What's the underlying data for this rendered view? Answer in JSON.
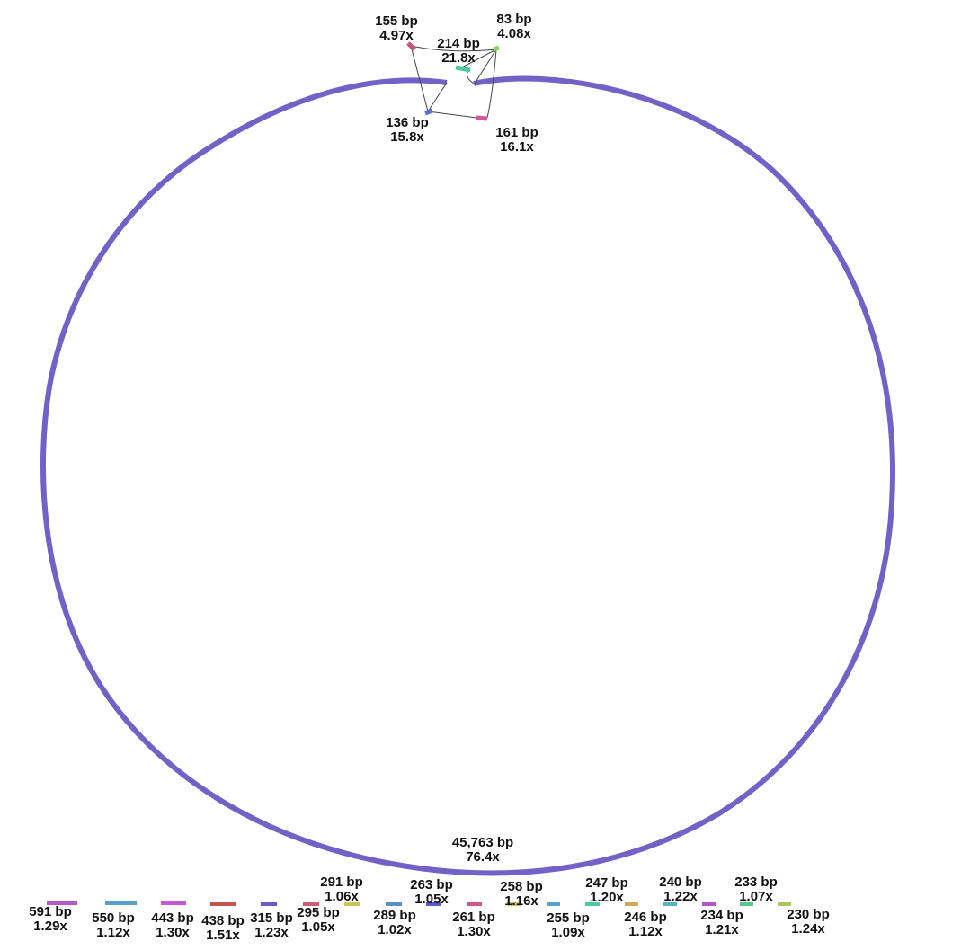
{
  "graph": {
    "main_contig": {
      "length": "45,763 bp",
      "depth": "76.4x",
      "color": "#7461c7"
    },
    "small_contigs": [
      {
        "id": "c155",
        "length": "155 bp",
        "depth": "4.97x",
        "color": "#c9527c"
      },
      {
        "id": "c83",
        "length": "83 bp",
        "depth": "4.08x",
        "color": "#8fd15a"
      },
      {
        "id": "c214",
        "length": "214 bp",
        "depth": "21.8x",
        "color": "#4ec99a"
      },
      {
        "id": "c136",
        "length": "136 bp",
        "depth": "15.8x",
        "color": "#5a6fcf"
      },
      {
        "id": "c161",
        "length": "161 bp",
        "depth": "16.1x",
        "color": "#d2579f"
      }
    ],
    "unconnected": [
      {
        "length": "591 bp",
        "depth": "1.29x",
        "color": "#b35ac8"
      },
      {
        "length": "550 bp",
        "depth": "1.12x",
        "color": "#5a9fc9"
      },
      {
        "length": "443 bp",
        "depth": "1.30x",
        "color": "#c35ad1"
      },
      {
        "length": "438 bp",
        "depth": "1.51x",
        "color": "#c9534f"
      },
      {
        "length": "315 bp",
        "depth": "1.23x",
        "color": "#6a5ac8"
      },
      {
        "length": "295 bp",
        "depth": "1.05x",
        "color": "#cf5a7a"
      },
      {
        "length": "291 bp",
        "depth": "1.06x",
        "color": "#c8c456"
      },
      {
        "length": "289 bp",
        "depth": "1.02x",
        "color": "#5a8fc8"
      },
      {
        "length": "263 bp",
        "depth": "1.05x",
        "color": "#5a5ac8"
      },
      {
        "length": "261 bp",
        "depth": "1.30x",
        "color": "#d2578f"
      },
      {
        "length": "258 bp",
        "depth": "1.16x",
        "color": "#d1c257"
      },
      {
        "length": "255 bp",
        "depth": "1.09x",
        "color": "#5aa1c9"
      },
      {
        "length": "247 bp",
        "depth": "1.20x",
        "color": "#4fc89a"
      },
      {
        "length": "246 bp",
        "depth": "1.12x",
        "color": "#d1a957"
      },
      {
        "length": "240 bp",
        "depth": "1.22x",
        "color": "#5aaec8"
      },
      {
        "length": "234 bp",
        "depth": "1.21x",
        "color": "#b357c8"
      },
      {
        "length": "233 bp",
        "depth": "1.07x",
        "color": "#5ac88a"
      },
      {
        "length": "230 bp",
        "depth": "1.24x",
        "color": "#a7c857"
      }
    ]
  }
}
